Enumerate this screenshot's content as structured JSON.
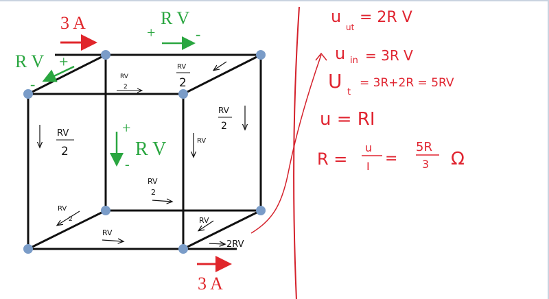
{
  "colors": {
    "wire": "#111111",
    "node": "#7a9cc8",
    "current": "#e0262b",
    "voltage": "#2aa640",
    "ink": "#e02430",
    "pen": "#111111"
  },
  "cube": {
    "input_current": "3 A",
    "output_current": "3 A",
    "top_edge_voltage": "R V",
    "top_plus": "+",
    "top_minus": "-",
    "left_edge_voltage": "R V",
    "left_plus": "+",
    "left_minus": "-",
    "inner_voltage": "R V",
    "inner_plus": "+",
    "inner_minus": "-",
    "annotations": {
      "half_num": "RV",
      "half_den": "2",
      "rv": "RV",
      "two_rv": "2RV"
    }
  },
  "notes": {
    "line1": "u",
    "line1_sub": "ut",
    "line1_rest": "= 2R  V",
    "line2": "u",
    "line2_sub": "in",
    "line2_rest": "= 3R  V",
    "line3": "U",
    "line3_sub": "t",
    "line3_rest": "= 3R+2R = 5RV",
    "line4": "u = RI",
    "line5_lhs": "R =",
    "line5_frac1_num": "u",
    "line5_frac1_den": "I",
    "line5_eq": "=",
    "line5_frac2_num": "5R",
    "line5_frac2_den": "3",
    "line5_unit": "Ω"
  }
}
